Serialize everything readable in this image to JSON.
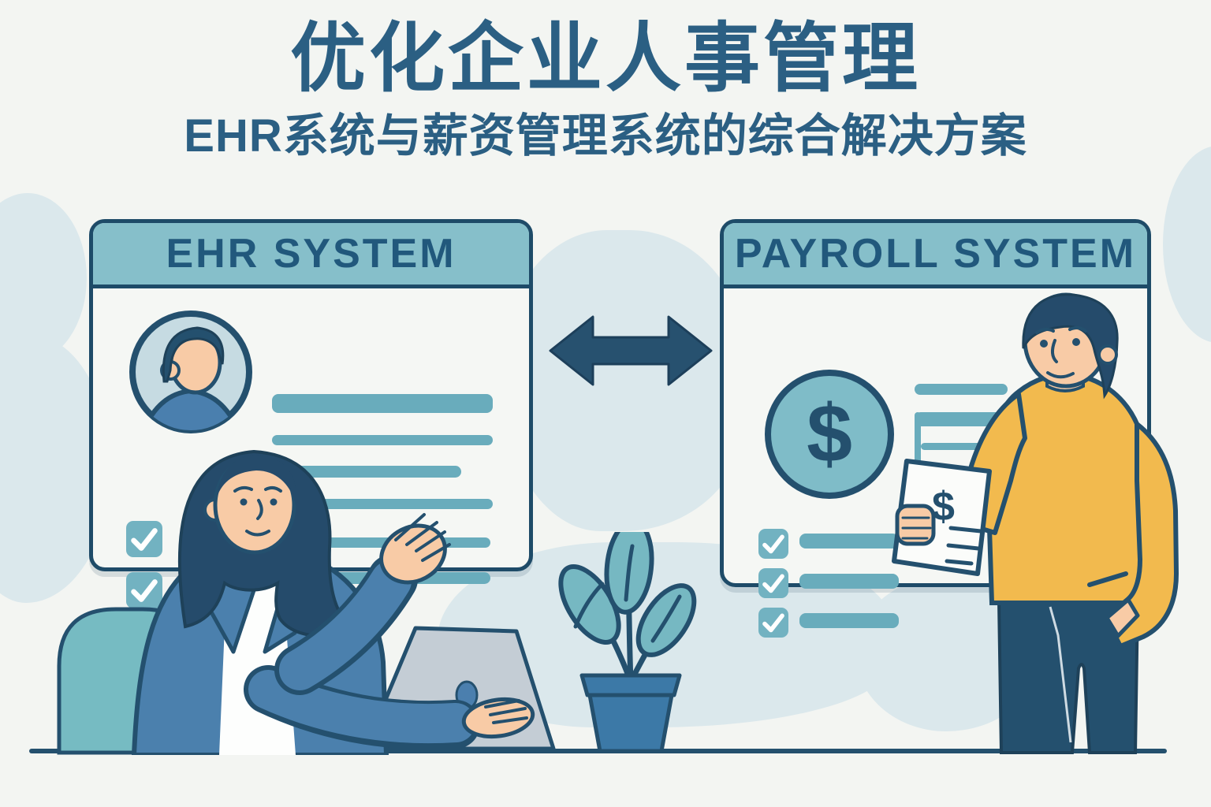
{
  "page": {
    "title": "优化企业人事管理",
    "subtitle": "EHR系统与薪资管理系统的综合解决方案"
  },
  "cards": {
    "ehr": {
      "title": "EHR SYSTEM",
      "icon": "user-avatar-icon",
      "checkboxes": [
        "checked",
        "checked"
      ]
    },
    "payroll": {
      "title": "PAYROLL SYSTEM",
      "icon": "dollar-circle-icon",
      "currency_symbol": "$",
      "checkboxes": [
        "checked",
        "checked",
        "checked"
      ]
    }
  },
  "connector": {
    "icon": "double-headed-arrow-icon"
  },
  "payslip_paper": {
    "currency_symbol": "$"
  },
  "scene": {
    "illustrations": [
      "woman-at-laptop",
      "office-chair",
      "laptop",
      "potted-plant",
      "man-holding-payslip",
      "floor-line"
    ]
  },
  "colors": {
    "background": "#f3f5f2",
    "blob": "#dbe8ec",
    "card_body": "#f5f7f4",
    "card_border": "#1e4b68",
    "header_teal": "#86bfca",
    "title_text": "#2b5f83",
    "card_title_text": "#21587c",
    "bar_teal": "#69acbc",
    "checkbox_teal": "#72b2c1",
    "navy": "#24506e",
    "skin": "#f8cba6",
    "blazer_blue": "#4b80ad",
    "sweater_yellow": "#f2ba4e",
    "laptop_gray": "#c4cdd5",
    "chair_teal": "#76bbc2",
    "pot_blue": "#3c79a7",
    "leaf_teal": "#76b8c2"
  }
}
